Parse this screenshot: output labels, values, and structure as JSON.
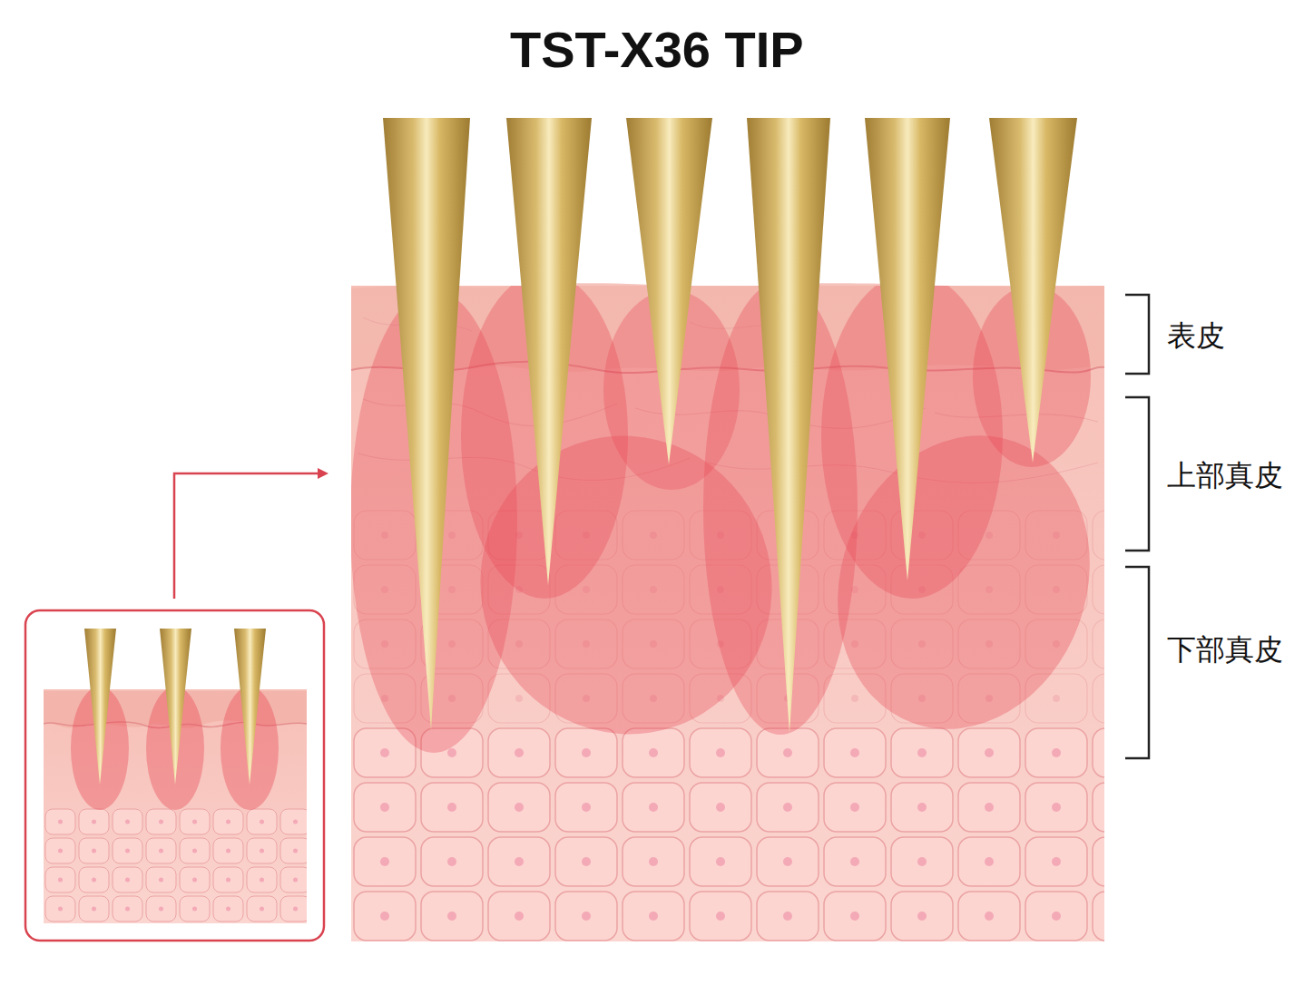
{
  "diagram": {
    "title": "TST-X36 TIP",
    "labels": [
      "表皮",
      "上部真皮",
      "下部真皮"
    ]
  }
}
